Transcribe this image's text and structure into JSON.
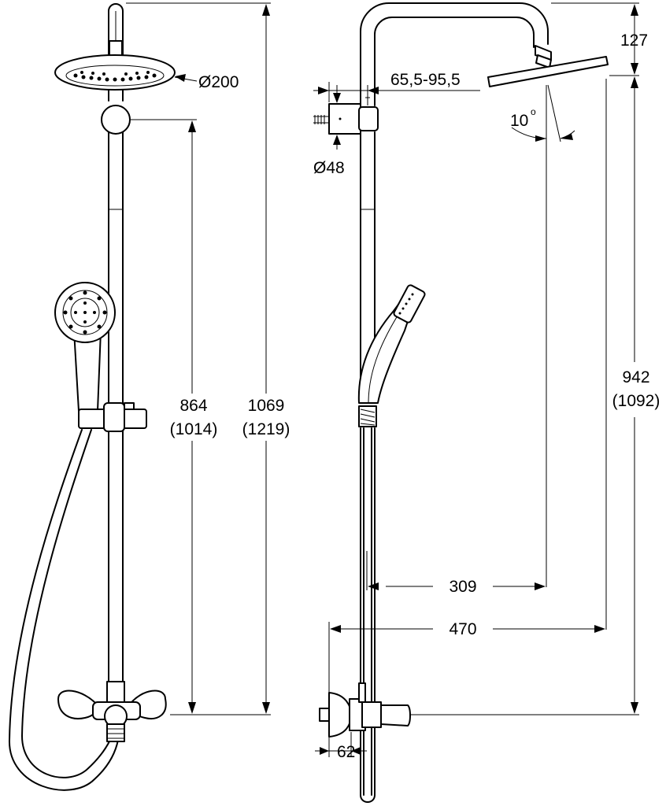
{
  "left_view": {
    "head_diameter": "Ø200",
    "height_mixer_to_holder": "864",
    "height_mixer_to_holder_alt": "(1014)",
    "height_mixer_to_top": "1069",
    "height_mixer_to_top_alt": "(1219)"
  },
  "right_view": {
    "arm_drop": "127",
    "wall_offset": "65,5-95,5",
    "bracket_diameter": "Ø48",
    "tilt_angle": "10",
    "tilt_unit": "o",
    "height_mixer_to_head": "942",
    "height_mixer_to_head_alt": "(1092)",
    "arm_reach": "309",
    "head_reach": "470",
    "mixer_depth": "62"
  }
}
